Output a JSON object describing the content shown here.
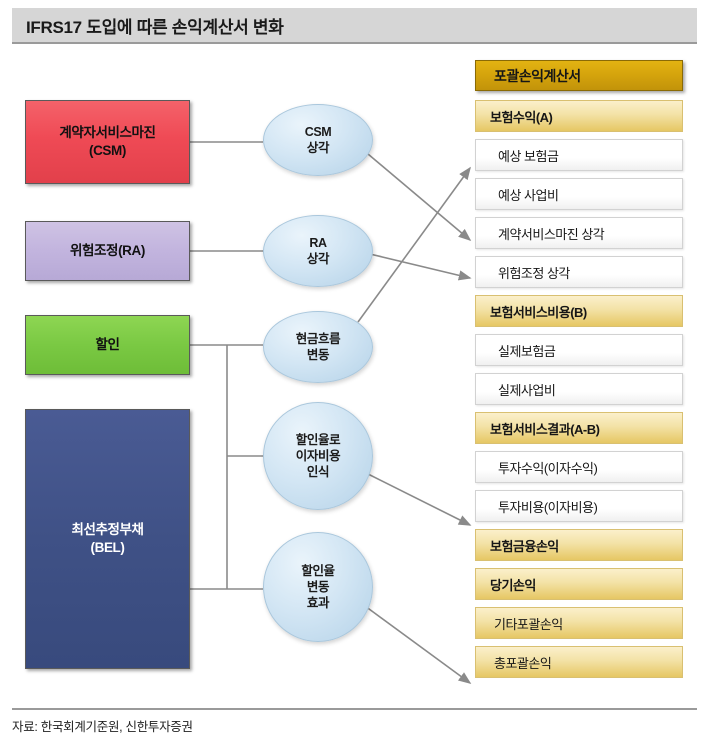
{
  "header": {
    "title": "IFRS17 도입에 따른 손익계산서 변화"
  },
  "left_boxes": [
    {
      "id": "csm",
      "label": "계약자서비스마진\n(CSM)",
      "line1": "계약자서비스마진",
      "line2": "(CSM)",
      "color": "#ef4a55"
    },
    {
      "id": "ra",
      "label": "위험조정(RA)",
      "line1": "위험조정(RA)",
      "line2": "",
      "color": "#c2b4de"
    },
    {
      "id": "discount",
      "label": "할인",
      "line1": "할인",
      "line2": "",
      "color": "#7ac943"
    },
    {
      "id": "bel",
      "label": "최선추정부채\n(BEL)",
      "line1": "최선추정부채",
      "line2": "(BEL)",
      "color": "#3f5186"
    }
  ],
  "ellipses": [
    {
      "id": "e1",
      "line1": "CSM",
      "line2": "상각",
      "line3": ""
    },
    {
      "id": "e2",
      "line1": "RA",
      "line2": "상각",
      "line3": ""
    },
    {
      "id": "e3",
      "line1": "현금흐름",
      "line2": "변동",
      "line3": ""
    },
    {
      "id": "e4",
      "line1": "할인율로",
      "line2": "이자비용",
      "line3": "인식"
    },
    {
      "id": "e5",
      "line1": "할인율",
      "line2": "변동",
      "line3": "효과"
    }
  ],
  "statement": {
    "header_label": "포괄손익계산서",
    "rows": [
      {
        "label": "보험수익(A)",
        "style": "gold"
      },
      {
        "label": "예상 보험금",
        "style": "plain"
      },
      {
        "label": "예상 사업비",
        "style": "plain"
      },
      {
        "label": "계약서비스마진 상각",
        "style": "plain"
      },
      {
        "label": "위험조정 상각",
        "style": "plain"
      },
      {
        "label": "보험서비스비용(B)",
        "style": "gold"
      },
      {
        "label": "실제보험금",
        "style": "plain"
      },
      {
        "label": "실제사업비",
        "style": "plain"
      },
      {
        "label": "보험서비스결과(A-B)",
        "style": "gold"
      },
      {
        "label": "투자수익(이자수익)",
        "style": "plain"
      },
      {
        "label": "투자비용(이자비용)",
        "style": "plain"
      },
      {
        "label": "보험금융손익",
        "style": "gold"
      },
      {
        "label": "당기손익",
        "style": "gold"
      },
      {
        "label": "기타포괄손익",
        "style": "gold-plain"
      },
      {
        "label": "총포괄손익",
        "style": "gold-plain"
      }
    ]
  },
  "footer": {
    "source": "자료: 한국회계기준원, 신한투자증권"
  },
  "colors": {
    "title_bar": "#d6d6d6",
    "statement_header": "#d4a30c",
    "gold_row": "#f3e2a6",
    "connector": "#8a8a8a"
  }
}
